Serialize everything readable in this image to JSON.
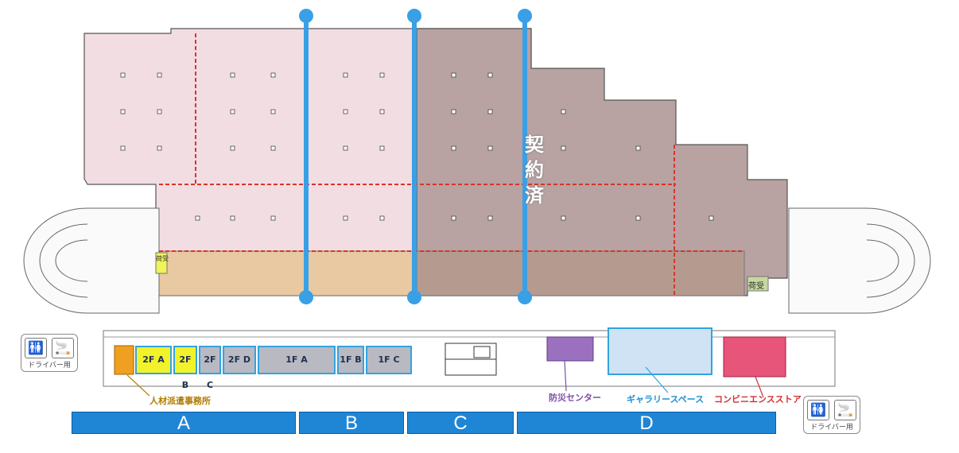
{
  "contract_label": [
    "契",
    "約",
    "済"
  ],
  "units": [
    {
      "label": "2F A",
      "fill": "#f2f22a"
    },
    {
      "label": "2F B",
      "fill": "#f2f22a"
    },
    {
      "label": "2F C",
      "fill": "#b9b9c2"
    },
    {
      "label": "2F D",
      "fill": "#b9b9c2"
    },
    {
      "label": "1F A",
      "fill": "#b9b9c2"
    },
    {
      "label": "1F B",
      "fill": "#b9b9c2"
    },
    {
      "label": "1F C",
      "fill": "#b9b9c2"
    }
  ],
  "loading_labels": {
    "left": "荷受",
    "right": "荷受"
  },
  "callouts": {
    "staffing_office": "人材派遣事務所",
    "disaster_center": "防災センター",
    "gallery_space": "ギャラリースペース",
    "convenience_store": "コンビニエンスストア"
  },
  "bays": [
    "A",
    "B",
    "C",
    "D"
  ],
  "driver_icons": {
    "left_caption": "ドライバー用",
    "right_caption": "ドライバー用",
    "restroom_icon": "restroom-icon",
    "smoking_icon": "smoking-icon"
  },
  "colors": {
    "vacant_pink": "#f2dde3",
    "contracted_brown": "#b8a2a2",
    "office_orange": "#e9c9a1",
    "column_blue": "#3aa0e6",
    "boundary_red": "#d9342c",
    "disaster_purple": "#9a70bf",
    "gallery_blue": "#cfe3f5",
    "store_pink": "#e8557a",
    "staffing_orange": "#f0a020"
  }
}
